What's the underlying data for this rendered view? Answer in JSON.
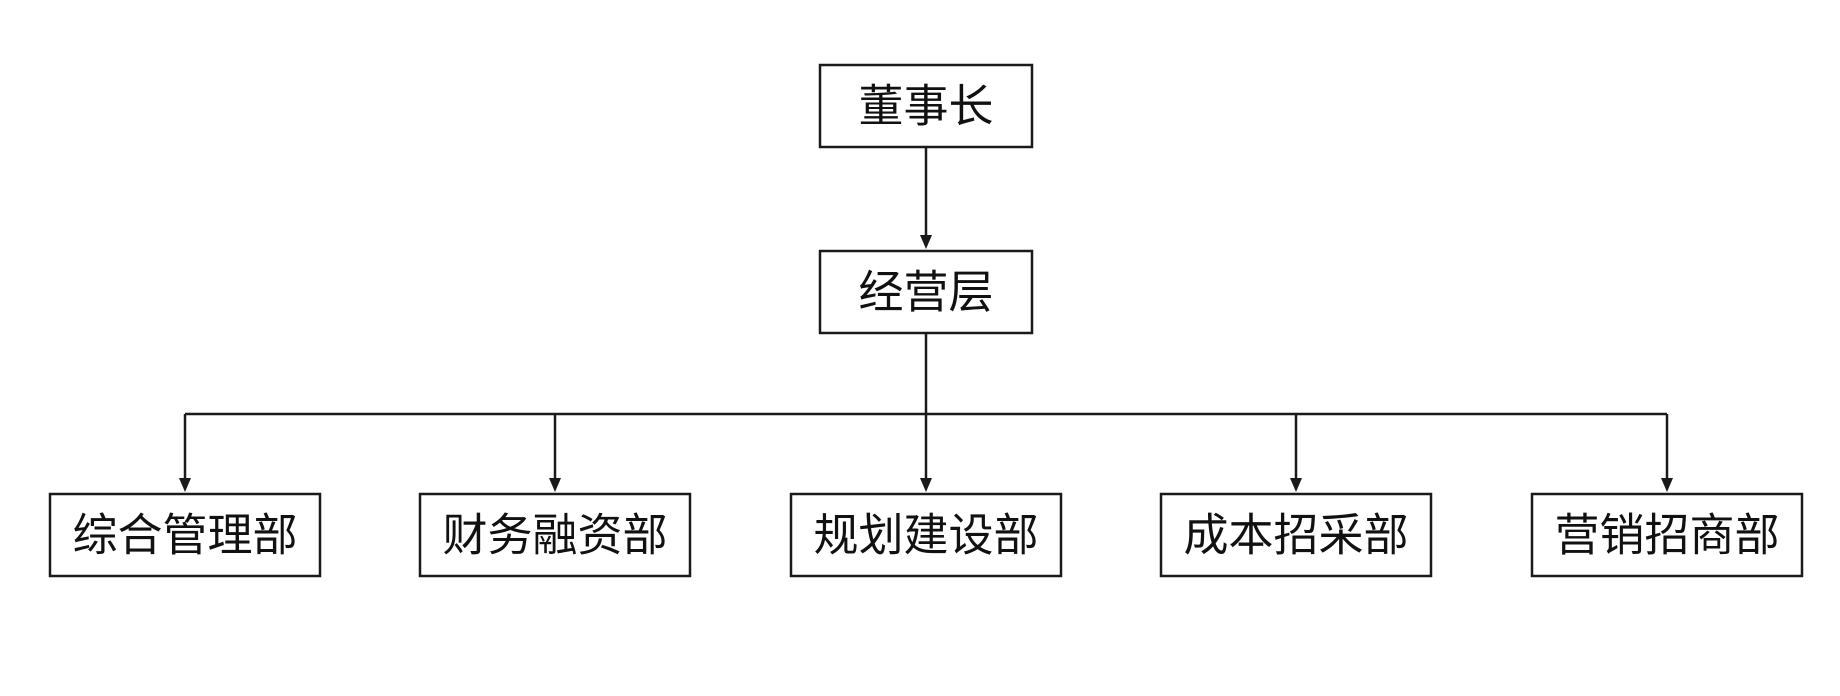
{
  "diagram": {
    "root": {
      "label": "董事长"
    },
    "management": {
      "label": "经营层"
    },
    "departments": [
      {
        "label": "综合管理部"
      },
      {
        "label": "财务融资部"
      },
      {
        "label": "规划建设部"
      },
      {
        "label": "成本招采部"
      },
      {
        "label": "营销招商部"
      }
    ]
  },
  "colors": {
    "line": "#1a1a1a",
    "box_fill": "#ffffff",
    "text": "#111111"
  }
}
